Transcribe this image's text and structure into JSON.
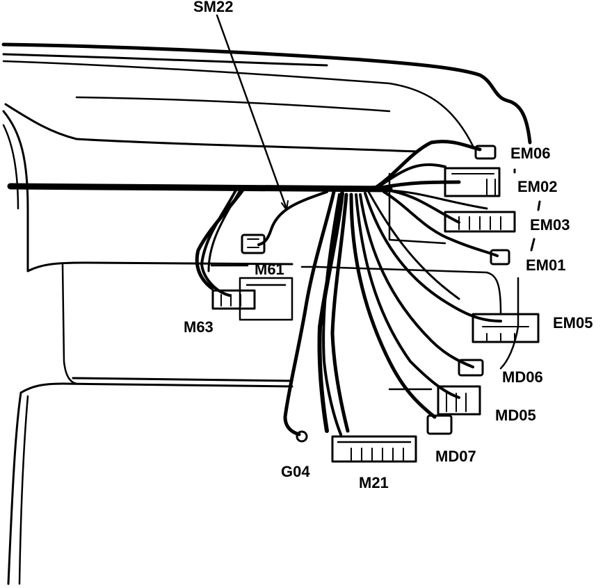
{
  "labels": {
    "sm22": "SM22",
    "em06": "EM06",
    "em02": "EM02",
    "em03": "EM03",
    "em01": "EM01",
    "m61": "M61",
    "em05": "EM05",
    "m63": "M63",
    "md06": "MD06",
    "md05": "MD05",
    "md07": "MD07",
    "g04": "G04",
    "m21": "M21"
  }
}
